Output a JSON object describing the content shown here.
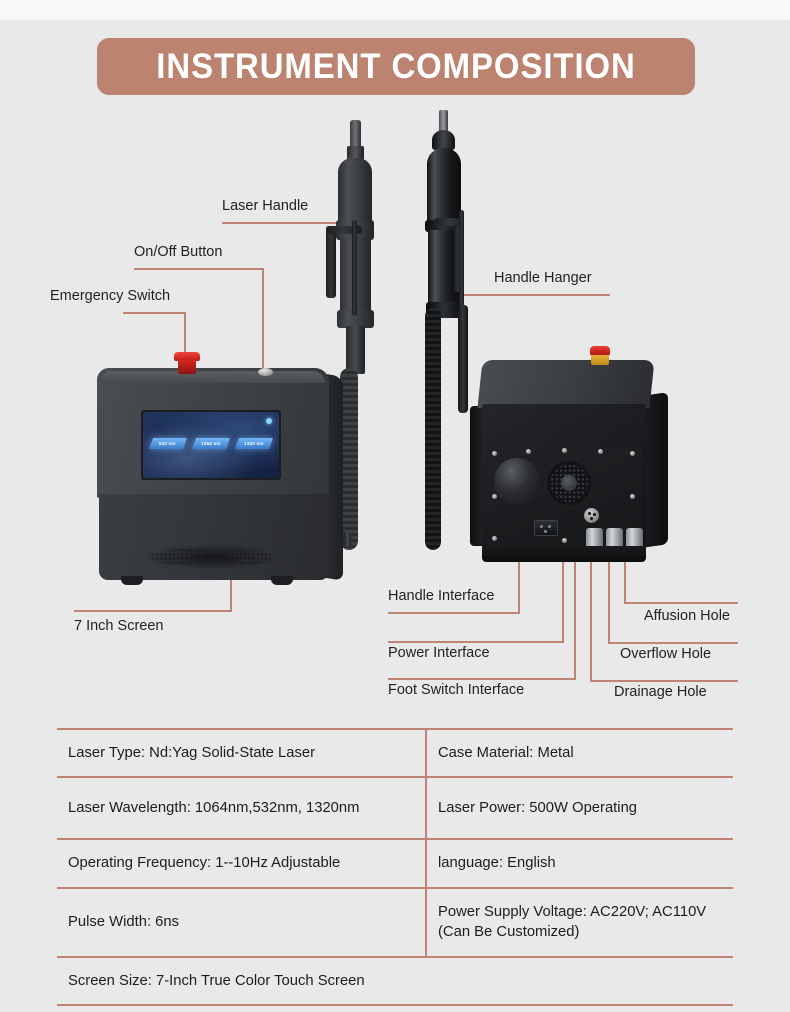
{
  "header": {
    "title": "INSTRUMENT COMPOSITION",
    "banner_color": "#bc8371"
  },
  "theme": {
    "accent": "#bf8473",
    "background": "#e9e9e9",
    "text": "#231f20"
  },
  "diagram": {
    "callouts": [
      {
        "id": "laser-handle",
        "label": "Laser Handle"
      },
      {
        "id": "on-off-button",
        "label": "On/Off Button"
      },
      {
        "id": "emergency-switch",
        "label": "Emergency Switch"
      },
      {
        "id": "handle-hanger",
        "label": "Handle Hanger"
      },
      {
        "id": "seven-inch-screen",
        "label": "7 Inch Screen"
      },
      {
        "id": "handle-interface",
        "label": "Handle Interface"
      },
      {
        "id": "power-interface",
        "label": "Power Interface"
      },
      {
        "id": "foot-switch-interface",
        "label": "Foot Switch Interface"
      },
      {
        "id": "affusion-hole",
        "label": "Affusion Hole"
      },
      {
        "id": "overflow-hole",
        "label": "Overflow Hole"
      },
      {
        "id": "drainage-hole",
        "label": "Drainage Hole"
      }
    ],
    "screen_buttons": [
      {
        "label": "532 nm"
      },
      {
        "label": "1064 nm"
      },
      {
        "label": "1320 nm"
      }
    ]
  },
  "spec_table": {
    "rows": [
      {
        "left": "Laser Type: Nd:Yag Solid-State Laser",
        "right": "Case Material: Metal"
      },
      {
        "left": "Laser Wavelength: 1064nm,532nm, 1320nm",
        "right": "Laser Power: 500W Operating"
      },
      {
        "left": "Operating Frequency: 1--10Hz Adjustable",
        "right": "language: English"
      },
      {
        "left": "Pulse Width: 6ns",
        "right": "Power Supply Voltage: AC220V; AC110V (Can Be Customized)"
      }
    ],
    "full_row": "Screen Size: 7-Inch True Color Touch Screen"
  }
}
